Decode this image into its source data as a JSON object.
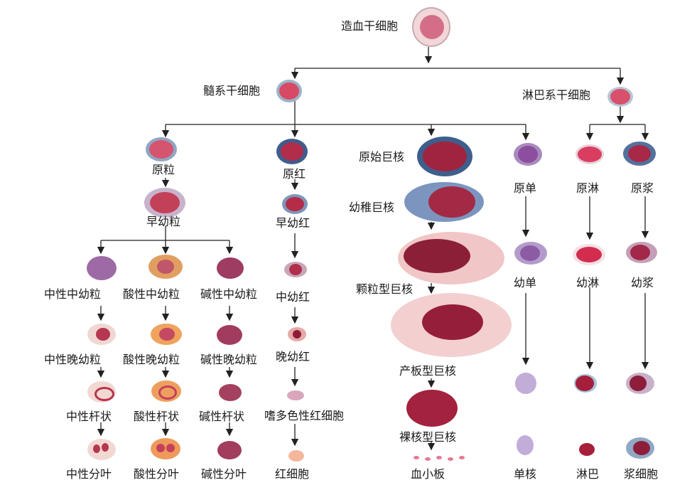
{
  "hsc": "造血干细胞",
  "myeloid_stem": "髓系干细胞",
  "lymphoid_stem": "淋巴系干细胞",
  "granulocyte": {
    "myeloblast": "原粒",
    "promyelocyte": "早幼粒",
    "myelocytes": [
      "中性中幼粒",
      "酸性中幼粒",
      "碱性中幼粒"
    ],
    "metamyelocytes": [
      "中性晚幼粒",
      "酸性晚幼粒",
      "碱性晚幼粒"
    ],
    "bands": [
      "中性杆状",
      "酸性杆状",
      "碱性杆状"
    ],
    "segmented": [
      "中性分叶",
      "酸性分叶",
      "碱性分叶"
    ]
  },
  "erythroid": [
    "原红",
    "早幼红",
    "中幼红",
    "晚幼红",
    "嗜多色性红细胞",
    "红细胞"
  ],
  "megakaryocyte": [
    "原始巨核",
    "幼稚巨核",
    "颗粒型巨核",
    "产板型巨核",
    "裸核型巨核",
    "血小板"
  ],
  "monocyte": [
    "原单",
    "幼单",
    "单核"
  ],
  "lymphocyte": [
    "原淋",
    "幼淋",
    "淋巴"
  ],
  "plasma": [
    "原浆",
    "幼浆",
    "浆细胞"
  ]
}
